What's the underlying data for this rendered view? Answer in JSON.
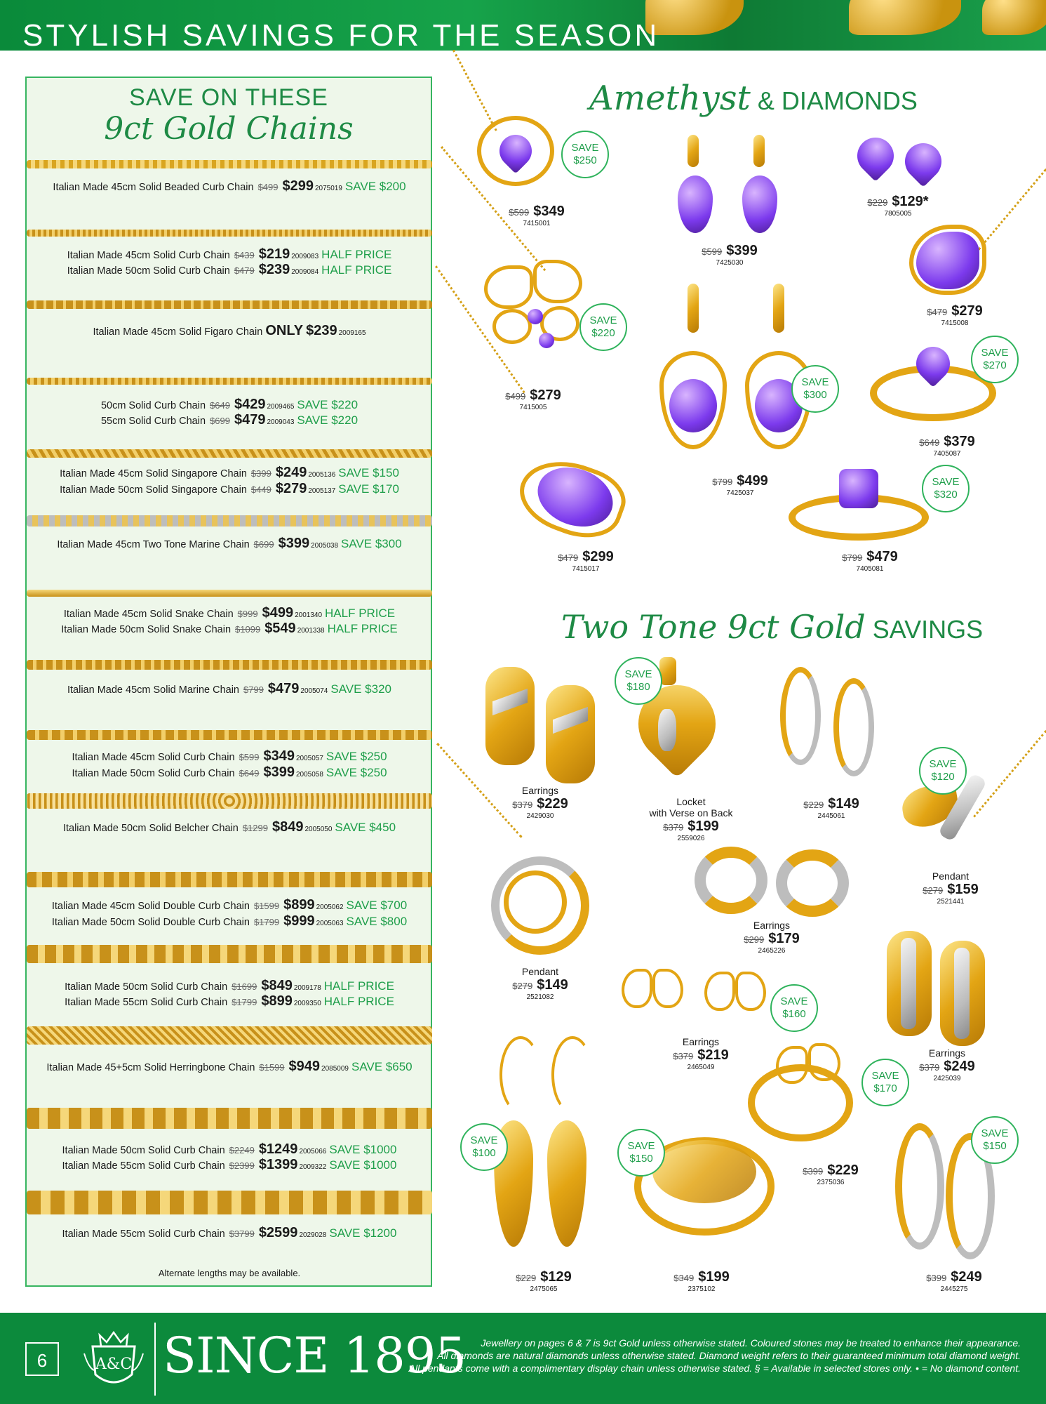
{
  "header": {
    "title": "STYLISH SAVINGS FOR THE SEASON"
  },
  "chains": {
    "heading1": "SAVE ON THESE",
    "heading2": "9ct Gold Chains",
    "items": [
      {
        "name": "Italian Made 45cm Solid Beaded Curb Chain",
        "was": "$499",
        "price": "$299",
        "code": "2075019",
        "save": "SAVE $200"
      },
      {
        "name": "Italian Made 45cm Solid Curb Chain",
        "was": "$439",
        "price": "$219",
        "code": "2009083",
        "save": "HALF PRICE"
      },
      {
        "name": "Italian Made 50cm Solid Curb Chain",
        "was": "$479",
        "price": "$239",
        "code": "2009084",
        "save": "HALF PRICE"
      },
      {
        "name": "Italian Made 45cm Solid Figaro Chain",
        "only": "ONLY",
        "price": "$239",
        "code": "2009165"
      },
      {
        "name": "50cm Solid Curb Chain",
        "was": "$649",
        "price": "$429",
        "code": "2009465",
        "save": "SAVE $220"
      },
      {
        "name": "55cm Solid Curb Chain",
        "was": "$699",
        "price": "$479",
        "code": "2009043",
        "save": "SAVE $220"
      },
      {
        "name": "Italian Made 45cm Solid Singapore Chain",
        "was": "$399",
        "price": "$249",
        "code": "2005136",
        "save": "SAVE $150"
      },
      {
        "name": "Italian Made 50cm Solid Singapore Chain",
        "was": "$449",
        "price": "$279",
        "code": "2005137",
        "save": "SAVE $170"
      },
      {
        "name": "Italian Made 45cm Two Tone Marine Chain",
        "was": "$699",
        "price": "$399",
        "code": "2005038",
        "save": "SAVE $300"
      },
      {
        "name": "Italian Made 45cm Solid Snake Chain",
        "was": "$999",
        "price": "$499",
        "code": "2001340",
        "save": "HALF PRICE"
      },
      {
        "name": "Italian Made 50cm Solid Snake Chain",
        "was": "$1099",
        "price": "$549",
        "code": "2001338",
        "save": "HALF PRICE"
      },
      {
        "name": "Italian Made 45cm Solid Marine Chain",
        "was": "$799",
        "price": "$479",
        "code": "2005074",
        "save": "SAVE $320"
      },
      {
        "name": "Italian Made 45cm Solid Curb Chain",
        "was": "$599",
        "price": "$349",
        "code": "2005057",
        "save": "SAVE $250"
      },
      {
        "name": "Italian Made 50cm Solid Curb Chain",
        "was": "$649",
        "price": "$399",
        "code": "2005058",
        "save": "SAVE $250"
      },
      {
        "name": "Italian Made 50cm Solid Belcher Chain",
        "was": "$1299",
        "price": "$849",
        "code": "2005050",
        "save": "SAVE $450"
      },
      {
        "name": "Italian Made 45cm Solid Double Curb Chain",
        "was": "$1599",
        "price": "$899",
        "code": "2005062",
        "save": "SAVE $700"
      },
      {
        "name": "Italian Made 50cm Solid Double Curb Chain",
        "was": "$1799",
        "price": "$999",
        "code": "2005063",
        "save": "SAVE $800"
      },
      {
        "name": "Italian Made 50cm Solid Curb Chain",
        "was": "$1699",
        "price": "$849",
        "code": "2009178",
        "save": "HALF PRICE"
      },
      {
        "name": "Italian Made 55cm Solid Curb Chain",
        "was": "$1799",
        "price": "$899",
        "code": "2009350",
        "save": "HALF PRICE"
      },
      {
        "name": "Italian Made 45+5cm Solid Herringbone Chain",
        "was": "$1599",
        "price": "$949",
        "code": "2085009",
        "save": "SAVE $650"
      },
      {
        "name": "Italian Made 50cm Solid Curb Chain",
        "was": "$2249",
        "price": "$1249",
        "code": "2005066",
        "save": "SAVE $1000"
      },
      {
        "name": "Italian Made 55cm Solid Curb Chain",
        "was": "$2399",
        "price": "$1399",
        "code": "2009322",
        "save": "SAVE $1000"
      },
      {
        "name": "Italian Made 55cm Solid Curb Chain",
        "was": "$3799",
        "price": "$2599",
        "code": "2029028",
        "save": "SAVE $1200"
      }
    ],
    "note": "Alternate lengths may be available."
  },
  "amethyst": {
    "title_script": "Amethyst",
    "title_rest": "& DIAMONDS",
    "products": [
      {
        "was": "$599",
        "price": "$349",
        "code": "7415001",
        "badge": [
          "SAVE",
          "$250"
        ]
      },
      {
        "was": "$599",
        "price": "$399",
        "code": "7425030"
      },
      {
        "was": "$229",
        "price": "$129*",
        "code": "7805005"
      },
      {
        "was": "$479",
        "price": "$279",
        "code": "7415008"
      },
      {
        "was": "$499",
        "price": "$279",
        "code": "7415005",
        "badge": [
          "SAVE",
          "$220"
        ]
      },
      {
        "was": "$799",
        "price": "$499",
        "code": "7425037",
        "badge": [
          "SAVE",
          "$300"
        ]
      },
      {
        "was": "$649",
        "price": "$379",
        "code": "7405087",
        "badge": [
          "SAVE",
          "$270"
        ]
      },
      {
        "was": "$479",
        "price": "$299",
        "code": "7415017"
      },
      {
        "was": "$799",
        "price": "$479",
        "code": "7405081",
        "badge": [
          "SAVE",
          "$320"
        ]
      }
    ]
  },
  "twotone": {
    "title_script": "Two Tone 9ct Gold",
    "title_rest": "SAVINGS",
    "products": [
      {
        "label": "Earrings",
        "was": "$379",
        "price": "$229",
        "code": "2429030"
      },
      {
        "label": "Locket",
        "label2": "with Verse on Back",
        "was": "$379",
        "price": "$199",
        "code": "2559026",
        "badge": [
          "SAVE",
          "$180"
        ]
      },
      {
        "was": "$229",
        "price": "$149",
        "code": "2445061"
      },
      {
        "label": "Pendant",
        "was": "$279",
        "price": "$159",
        "code": "2521441",
        "badge": [
          "SAVE",
          "$120"
        ]
      },
      {
        "label": "Earrings",
        "was": "$299",
        "price": "$179",
        "code": "2465226"
      },
      {
        "label": "Pendant",
        "was": "$279",
        "price": "$149",
        "code": "2521082"
      },
      {
        "label": "Earrings",
        "was": "$379",
        "price": "$219",
        "code": "2465049",
        "badge": [
          "SAVE",
          "$160"
        ]
      },
      {
        "label": "Earrings",
        "was": "$379",
        "price": "$249",
        "code": "2425039"
      },
      {
        "was": "$399",
        "price": "$229",
        "code": "2375036",
        "badge": [
          "SAVE",
          "$170"
        ]
      },
      {
        "was": "$229",
        "price": "$129",
        "code": "2475065",
        "badge": [
          "SAVE",
          "$100"
        ]
      },
      {
        "was": "$349",
        "price": "$199",
        "code": "2375102",
        "badge": [
          "SAVE",
          "$150"
        ]
      },
      {
        "was": "$399",
        "price": "$249",
        "code": "2445275",
        "badge": [
          "SAVE",
          "$150"
        ]
      }
    ]
  },
  "footer": {
    "page_number": "6",
    "crest_text": "A&C",
    "since": "SINCE 1895",
    "note_lines": [
      "Jewellery on pages 6 & 7 is 9ct Gold unless otherwise stated. Coloured stones may be treated to enhance their appearance.",
      "All diamonds are natural diamonds unless otherwise stated. Diamond weight refers to their guaranteed minimum total diamond weight.",
      "All pendants come with a complimentary display chain unless otherwise stated. § = Available in selected stores only. • = No diamond content."
    ]
  }
}
